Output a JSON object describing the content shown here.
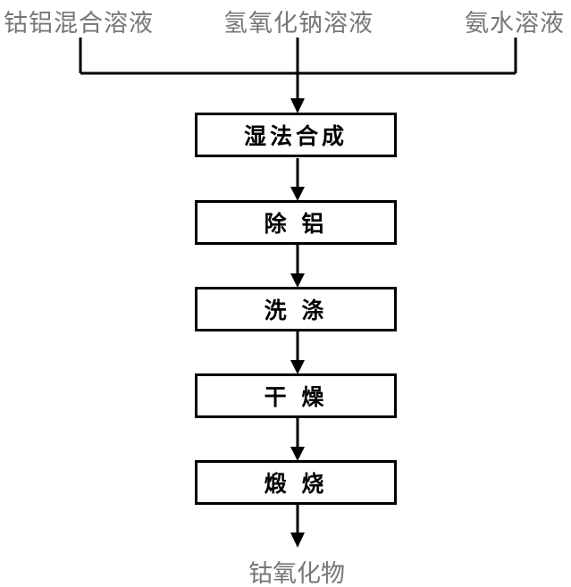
{
  "inputs": [
    "钴铝混合溶液",
    "氢氧化钠溶液",
    "氨水溶液"
  ],
  "steps": [
    "湿法合成",
    "除 铝",
    "洗 涤",
    "干 燥",
    "煅 烧"
  ],
  "output": "钴氧化物"
}
